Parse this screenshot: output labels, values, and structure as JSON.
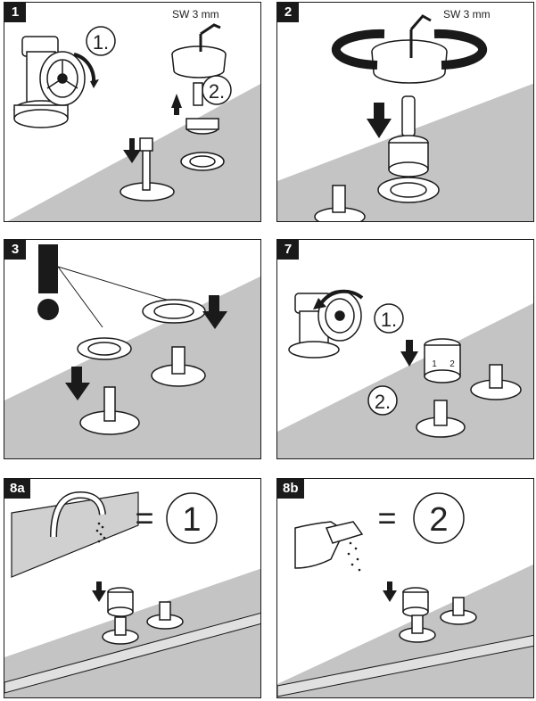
{
  "panels": [
    {
      "id": "1",
      "tool_label": "SW 3 mm",
      "step_a": "1.",
      "step_b": "2."
    },
    {
      "id": "2",
      "tool_label": "SW 3 mm"
    },
    {
      "id": "3"
    },
    {
      "id": "7",
      "step_a": "1.",
      "step_b": "2.",
      "dial_a": "1",
      "dial_b": "2"
    },
    {
      "id": "8a",
      "equals": "=",
      "result": "1"
    },
    {
      "id": "8b",
      "equals": "=",
      "result": "2"
    }
  ],
  "colors": {
    "line": "#1a1a1a",
    "surface": "#bdbdbd",
    "badge": "#1a1a1a"
  }
}
